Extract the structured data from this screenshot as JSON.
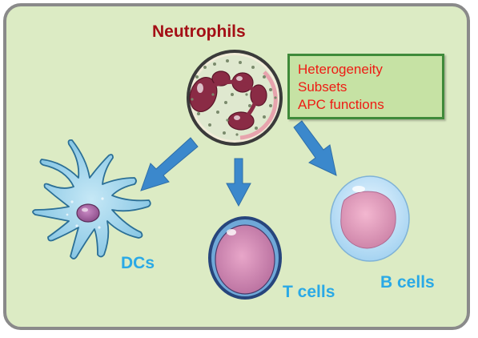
{
  "diagram": {
    "title": "Neutrophils",
    "info_box": {
      "lines": [
        "Heterogeneity",
        "Subsets",
        "APC functions"
      ]
    },
    "targets": [
      {
        "label": "DCs"
      },
      {
        "label": "T cells"
      },
      {
        "label": "B cells"
      }
    ],
    "colors": {
      "panel_fill": "#dcebc4",
      "panel_border": "#8a8a8a",
      "title": "#a40f16",
      "info_text": "#ee1c14",
      "info_fill": "#c6e2a4",
      "info_border": "#3f8a3a",
      "label": "#2aa9e6",
      "arrow": "#3b88cc"
    },
    "icons": [
      "neutrophil-cell-icon",
      "dendritic-cell-icon",
      "t-cell-icon",
      "b-cell-icon",
      "arrow-icon"
    ]
  }
}
